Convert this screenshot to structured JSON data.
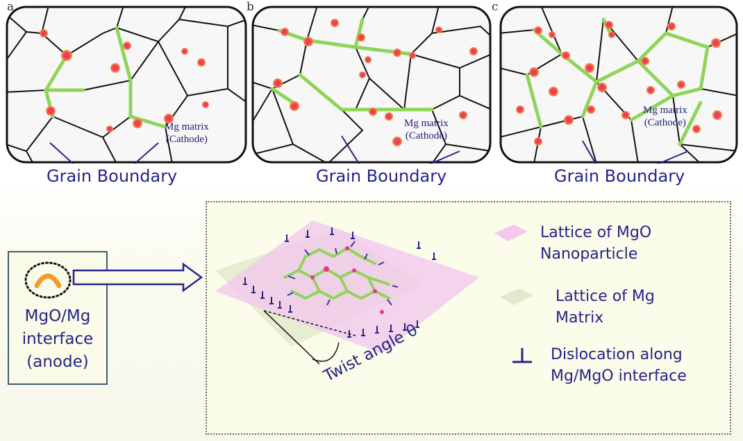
{
  "panels": [
    {
      "letter": "a",
      "matrix_line1": "Mg matrix",
      "matrix_line2": "(Cathode)",
      "grain_boundary": "Grain Boundary"
    },
    {
      "letter": "b",
      "matrix_line1": "Mg matrix",
      "matrix_line2": "(Cathode)",
      "grain_boundary": "Grain Boundary"
    },
    {
      "letter": "c",
      "matrix_line1": "Mg matrix",
      "matrix_line2": "(Cathode)",
      "grain_boundary": "Grain Boundary"
    }
  ],
  "anode": {
    "line1": "MgO/Mg",
    "line2": "interface",
    "line3": "(anode)"
  },
  "legend": {
    "mgo_line1": "Lattice of MgO",
    "mgo_line2": "Nanoparticle",
    "mg_line1": "Lattice of Mg",
    "mg_line2": "Matrix",
    "dis_line1": "Dislocation along",
    "dis_line2": "Mg/MgO interface"
  },
  "twist_label": "Twist angle θ",
  "colors": {
    "text": "#23238a",
    "boundary_green": "#8fd45a",
    "particle_red": "#f0541e",
    "particle_pink": "#e8368f",
    "pink_lattice": "#f2c8ea",
    "green_lattice": "#dfe8c8"
  }
}
